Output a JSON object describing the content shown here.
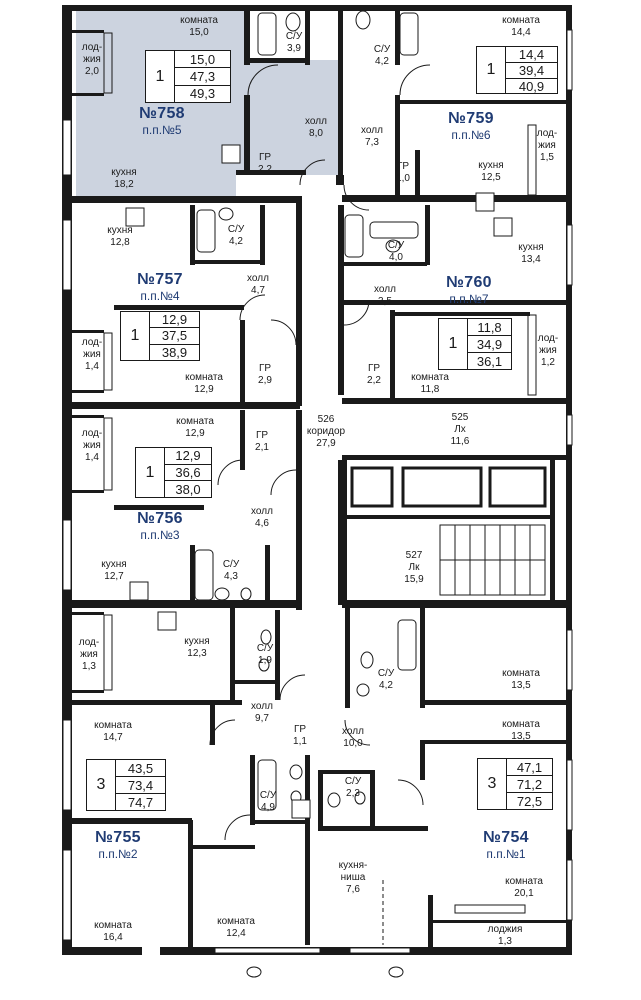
{
  "apartments": [
    {
      "key": "a758",
      "number": "№758",
      "pp": "п.п.№5",
      "rooms": "1",
      "areas": [
        "15,0",
        "47,3",
        "49,3"
      ]
    },
    {
      "key": "a759",
      "number": "№759",
      "pp": "п.п.№6",
      "rooms": "1",
      "areas": [
        "14,4",
        "39,4",
        "40,9"
      ]
    },
    {
      "key": "a757",
      "number": "№757",
      "pp": "п.п.№4",
      "rooms": "1",
      "areas": [
        "12,9",
        "37,5",
        "38,9"
      ]
    },
    {
      "key": "a760",
      "number": "№760",
      "pp": "п.п.№7",
      "rooms": "1",
      "areas": [
        "11,8",
        "34,9",
        "36,1"
      ]
    },
    {
      "key": "a756",
      "number": "№756",
      "pp": "п.п.№3",
      "rooms": "1",
      "areas": [
        "12,9",
        "36,6",
        "38,0"
      ]
    },
    {
      "key": "a755",
      "number": "№755",
      "pp": "п.п.№2",
      "rooms": "3",
      "areas": [
        "43,5",
        "73,4",
        "74,7"
      ]
    },
    {
      "key": "a754",
      "number": "№754",
      "pp": "п.п.№1",
      "rooms": "3",
      "areas": [
        "47,1",
        "71,2",
        "72,5"
      ]
    }
  ],
  "rooms": [
    {
      "key": "r758-komn",
      "lines": [
        "комната",
        "15,0"
      ]
    },
    {
      "key": "r758-su",
      "lines": [
        "С/У",
        "3,9"
      ]
    },
    {
      "key": "r758-lodzh",
      "lines": [
        "лод-",
        "жия",
        "2,0"
      ]
    },
    {
      "key": "r758-holl",
      "lines": [
        "холл",
        "8,0"
      ]
    },
    {
      "key": "r758-gr",
      "lines": [
        "ГР",
        "2,2"
      ]
    },
    {
      "key": "r758-kuh",
      "lines": [
        "кухня",
        "18,2"
      ]
    },
    {
      "key": "r759-su",
      "lines": [
        "С/У",
        "4,2"
      ]
    },
    {
      "key": "r759-komn",
      "lines": [
        "комната",
        "14,4"
      ]
    },
    {
      "key": "r759-holl",
      "lines": [
        "холл",
        "7,3"
      ]
    },
    {
      "key": "r759-lodzh",
      "lines": [
        "лод-",
        "жия",
        "1,5"
      ]
    },
    {
      "key": "r759-gr",
      "lines": [
        "ГР",
        "1,0"
      ]
    },
    {
      "key": "r759-kuh",
      "lines": [
        "кухня",
        "12,5"
      ]
    },
    {
      "key": "r757-kuh",
      "lines": [
        "кухня",
        "12,8"
      ]
    },
    {
      "key": "r757-su",
      "lines": [
        "С/У",
        "4,2"
      ]
    },
    {
      "key": "r757-holl",
      "lines": [
        "холл",
        "4,7"
      ]
    },
    {
      "key": "r757-lodzh",
      "lines": [
        "лод-",
        "жия",
        "1,4"
      ]
    },
    {
      "key": "r757-gr",
      "lines": [
        "ГР",
        "2,9"
      ]
    },
    {
      "key": "r757-komn",
      "lines": [
        "комната",
        "12,9"
      ]
    },
    {
      "key": "r760-su",
      "lines": [
        "С/У",
        "4,0"
      ]
    },
    {
      "key": "r760-kuh",
      "lines": [
        "кухня",
        "13,4"
      ]
    },
    {
      "key": "r760-holl",
      "lines": [
        "холл",
        "3,5"
      ]
    },
    {
      "key": "r760-gr",
      "lines": [
        "ГР",
        "2,2"
      ]
    },
    {
      "key": "r760-komn",
      "lines": [
        "комната",
        "11,8"
      ]
    },
    {
      "key": "r760-lodzh",
      "lines": [
        "лод-",
        "жия",
        "1,2"
      ]
    },
    {
      "key": "r526",
      "lines": [
        "526",
        "коридор",
        "27,9"
      ]
    },
    {
      "key": "r525",
      "lines": [
        "525",
        "Лх",
        "11,6"
      ]
    },
    {
      "key": "r756-komn",
      "lines": [
        "комната",
        "12,9"
      ]
    },
    {
      "key": "r756-lodzh",
      "lines": [
        "лод-",
        "жия",
        "1,4"
      ]
    },
    {
      "key": "r756-gr",
      "lines": [
        "ГР",
        "2,1"
      ]
    },
    {
      "key": "r756-holl",
      "lines": [
        "холл",
        "4,6"
      ]
    },
    {
      "key": "r756-kuh",
      "lines": [
        "кухня",
        "12,7"
      ]
    },
    {
      "key": "r756-su",
      "lines": [
        "С/У",
        "4,3"
      ]
    },
    {
      "key": "r527",
      "lines": [
        "527",
        "Лк",
        "15,9"
      ]
    },
    {
      "key": "r755-kuh",
      "lines": [
        "кухня",
        "12,3"
      ]
    },
    {
      "key": "r755-su1",
      "lines": [
        "С/У",
        "1,9"
      ]
    },
    {
      "key": "r755-lodzh",
      "lines": [
        "лод-",
        "жия",
        "1,3"
      ]
    },
    {
      "key": "r755-holl",
      "lines": [
        "холл",
        "9,7"
      ]
    },
    {
      "key": "r755-gr",
      "lines": [
        "ГР",
        "1,1"
      ]
    },
    {
      "key": "r755-komn1",
      "lines": [
        "комната",
        "14,7"
      ]
    },
    {
      "key": "r755-su2",
      "lines": [
        "С/У",
        "4,9"
      ]
    },
    {
      "key": "r755-komn2",
      "lines": [
        "комната",
        "16,4"
      ]
    },
    {
      "key": "r755-komn3",
      "lines": [
        "комната",
        "12,4"
      ]
    },
    {
      "key": "r754-su1",
      "lines": [
        "С/У",
        "4,2"
      ]
    },
    {
      "key": "r754-komn1",
      "lines": [
        "комната",
        "13,5"
      ]
    },
    {
      "key": "r754-holl",
      "lines": [
        "холл",
        "10,0"
      ]
    },
    {
      "key": "r754-komn2",
      "lines": [
        "комната",
        "13,5"
      ]
    },
    {
      "key": "r754-su2",
      "lines": [
        "С/У",
        "2,3"
      ]
    },
    {
      "key": "r754-kuh",
      "lines": [
        "кухня-",
        "ниша",
        "7,6"
      ]
    },
    {
      "key": "r754-komn3",
      "lines": [
        "комната",
        "20,1"
      ]
    },
    {
      "key": "r754-lodzh",
      "lines": [
        "лоджия",
        "1,3"
      ]
    }
  ],
  "colors": {
    "wall": "#1a1a1a",
    "highlight": "#ccd3df",
    "apt_number": "#1f3b73"
  }
}
